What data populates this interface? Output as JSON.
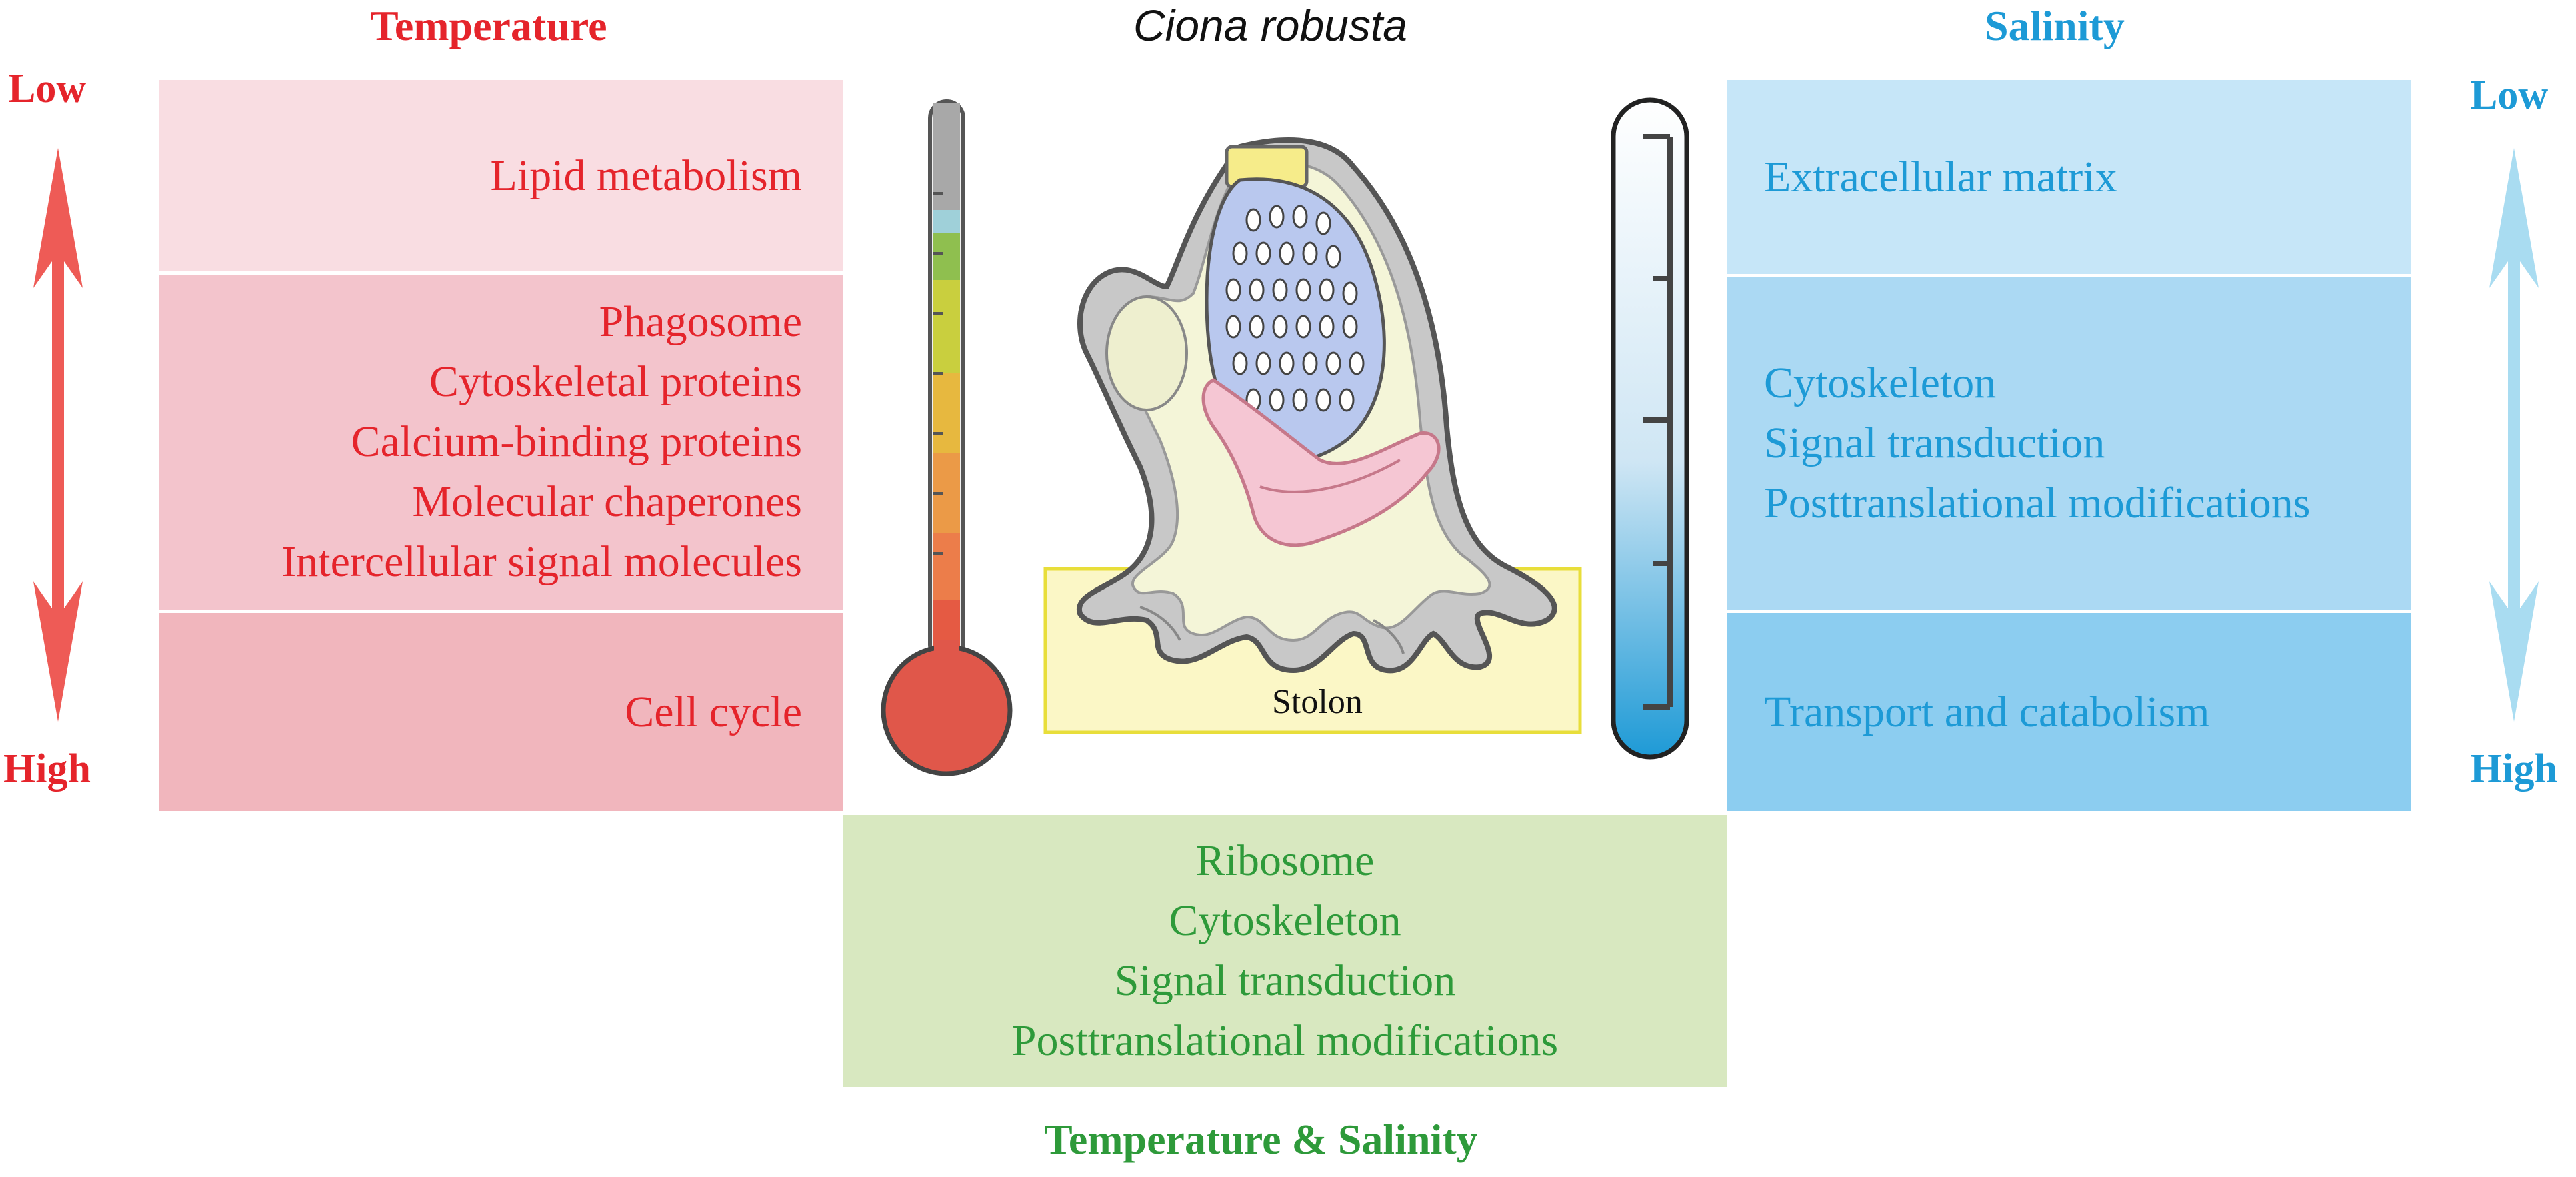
{
  "colors": {
    "temperature": "#e5242b",
    "salinity": "#1d9ad6",
    "shared": "#2e9a3a",
    "temp_box_1": "#f9dde2",
    "temp_box_2": "#f3c4cc",
    "temp_box_3": "#f1b6bd",
    "sal_box_1": "#c6e6f8",
    "sal_box_2": "#abd9f3",
    "sal_box_3": "#8ccdf0",
    "shared_box": "#d8e8c0",
    "stolon_box": "#fbf7c6"
  },
  "header": {
    "temperature_title": "Temperature",
    "species_title": "Ciona robusta",
    "salinity_title": "Salinity"
  },
  "temperature_scale": {
    "low": "Low",
    "high": "High"
  },
  "salinity_scale": {
    "low": "Low",
    "high": "High"
  },
  "temperature_boxes": [
    {
      "lines": [
        "Lipid metabolism"
      ]
    },
    {
      "lines": [
        "Phagosome",
        "Cytoskeletal proteins",
        "Calcium-binding proteins",
        "Molecular chaperones",
        "Intercellular signal molecules"
      ]
    },
    {
      "lines": [
        "Cell cycle"
      ]
    }
  ],
  "salinity_boxes": [
    {
      "lines": [
        "Extracellular matrix"
      ]
    },
    {
      "lines": [
        "Cytoskeleton",
        "Signal transduction",
        "Posttranslational modifications"
      ]
    },
    {
      "lines": [
        "Transport and catabolism"
      ]
    }
  ],
  "shared_box": {
    "lines": [
      "Ribosome",
      "Cytoskeleton",
      "Signal transduction",
      "Posttranslational modifications"
    ],
    "title": "Temperature & Salinity"
  },
  "illustration": {
    "stolon_label": "Stolon"
  },
  "icons": [
    "thermometer-icon",
    "salinity-gauge-icon",
    "ciona-robusta-illustration",
    "double-arrow-icon"
  ]
}
